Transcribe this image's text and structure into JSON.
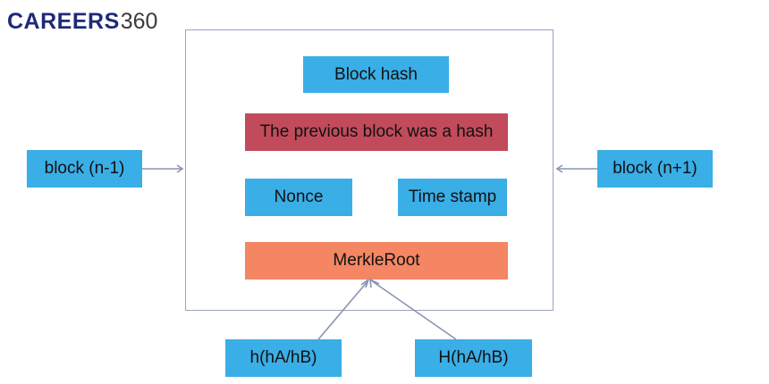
{
  "logo": {
    "brand": "CAREERS",
    "number": "360"
  },
  "boxes": {
    "block_hash": "Block hash",
    "previous_block": "The previous block was a hash",
    "nonce": "Nonce",
    "time_stamp": "Time stamp",
    "merkle_root": "MerkleRoot",
    "block_prev": "block (n-1)",
    "block_next": "block (n+1)",
    "h_left": "h(hA/hB)",
    "h_right": "H(hA/hB)"
  },
  "colors": {
    "blue": "#3aaee6",
    "red": "#c24b5b",
    "orange": "#f48663",
    "frame": "#9aa3bf",
    "arrow": "#8a93b5",
    "logo_brand": "#1e2a78"
  }
}
